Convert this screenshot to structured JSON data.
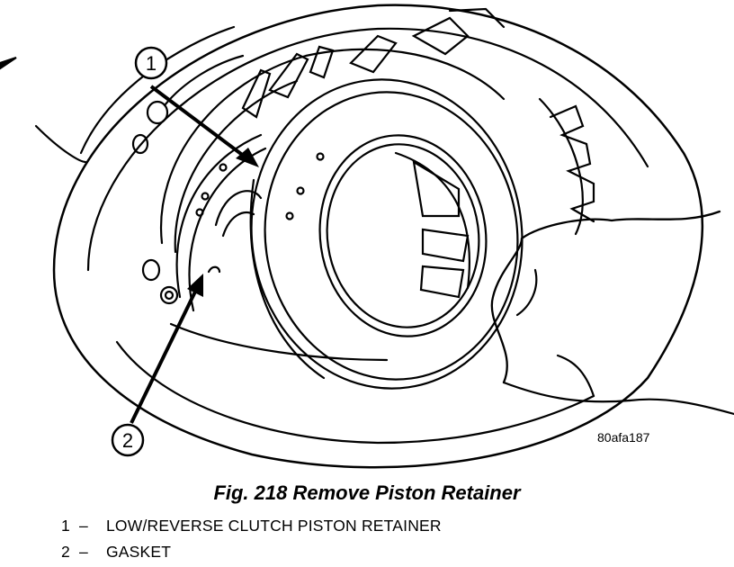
{
  "figure": {
    "image_code": "80afa187",
    "callouts": [
      "1",
      "2"
    ]
  },
  "caption": "Fig. 218 Remove Piston Retainer",
  "legend": [
    {
      "num": "1",
      "dash": "–",
      "text": "LOW/REVERSE CLUTCH PISTON RETAINER"
    },
    {
      "num": "2",
      "dash": "–",
      "text": "GASKET"
    }
  ]
}
